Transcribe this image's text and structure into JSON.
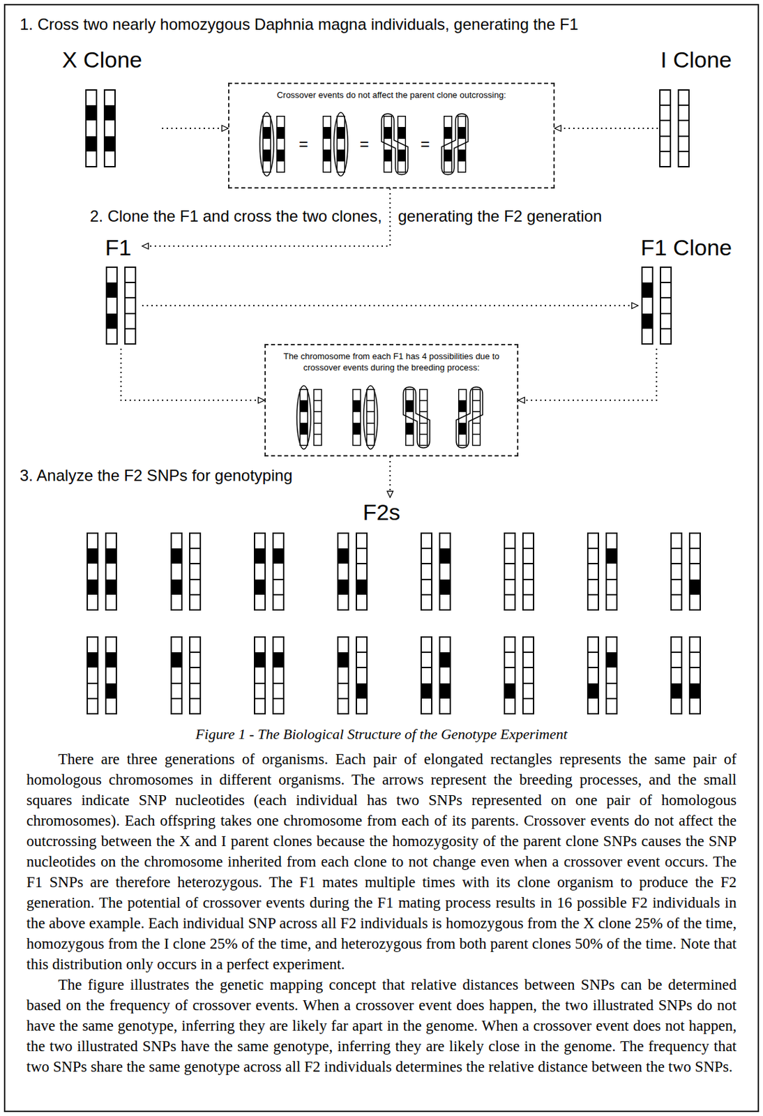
{
  "diagram": {
    "caption": "Figure 1 - The Biological Structure of the Genotype Experiment",
    "nodes": [
      {
        "text": [
          "X Clone"
        ]
      },
      {
        "text": [
          "Crossover events do not affect the parent clone outcrossing:"
        ]
      },
      {
        "text": [
          "I Clone"
        ]
      },
      {
        "text": [
          "F1"
        ]
      },
      {
        "text": [
          "F1 Clone"
        ]
      },
      {
        "text": [
          "The chromosome from each F1 has 4 possibilities due to crossover events during the breeding process:"
        ]
      },
      {
        "text": [
          "F2s"
        ]
      }
    ],
    "edges": [
      {
        "from": 0,
        "to": 1,
        "arrow": "to"
      },
      {
        "from": 2,
        "to": 1,
        "arrow": "to"
      },
      {
        "from": 1,
        "to": 3,
        "arrow": "to"
      },
      {
        "from": 3,
        "to": 4,
        "arrow": "to"
      },
      {
        "from": 3,
        "to": 5,
        "arrow": "to"
      },
      {
        "from": 4,
        "to": 5,
        "arrow": "to"
      },
      {
        "from": 5,
        "to": 6,
        "arrow": "to"
      }
    ],
    "labels": [
      "1. Cross two nearly homozygous Daphnia magna individuals, generating the F1",
      "=",
      "=",
      "=",
      "2. Clone the F1 and cross the two clones,",
      "generating the F2 generation",
      "3. Analyze the F2 SNPs for genotyping",
      "There are three generations of organisms. Each pair of elongated rectangles represents the same pair of homologous chromosomes in different organisms. The arrows represent the breeding processes, and the small squares indicate SNP nucleotides (each individual has two SNPs represented on one pair of homologous chromosomes). Each offspring takes one chromosome from each of its parents. Crossover events do not affect the outcrossing between the X and I parent clones because the homozygosity of the parent clone SNPs causes the SNP nucleotides on the chromosome inherited from each clone to not change even when a crossover event occurs. The F1 SNPs are therefore heterozygous. The F1 mates multiple times with its clone organism to produce the F2 generation. The potential of crossover events during the F1 mating process results in 16 possible F2 individuals in the above example. Each individual SNP across all F2 individuals is homozygous from the X clone 25% of the time, homozygous from the I clone 25% of the time, and heterozygous from both parent clones 50% of the time. Note that this distribution only occurs in a perfect experiment.",
      "The figure illustrates the genetic mapping concept that relative distances between SNPs can be determined based on the frequency of crossover events. When a crossover event does happen, the two illustrated SNPs do not have the same genotype, inferring they are likely far apart in the genome. When a crossover event does not happen, the two illustrated SNPs have the same genotype, inferring they are likely close in the genome. The frequency that two SNPs share the same genotype across all F2 individuals determines the relative distance between the two SNPs."
    ]
  }
}
